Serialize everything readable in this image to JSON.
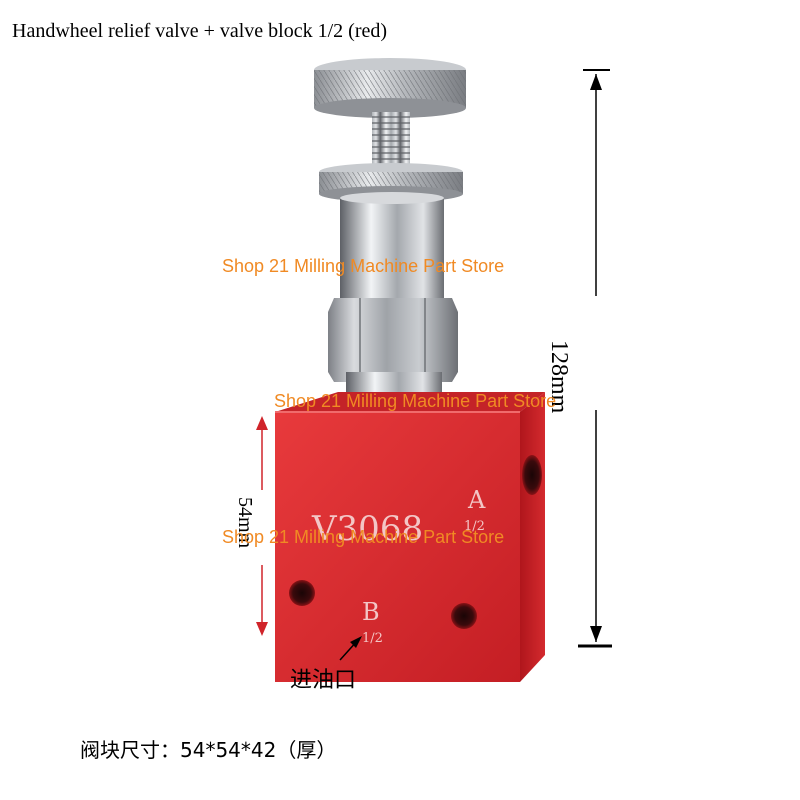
{
  "title": "Handwheel relief valve + valve block 1/2 (red)",
  "watermark": "Shop 21 Milling Machine Part Store",
  "watermark_color": "#f08a24",
  "dimensions": {
    "height_label": "128mm",
    "block_label": "54mm"
  },
  "block": {
    "model": "V3068",
    "port_a": "A",
    "port_a_size": "1/2",
    "port_b": "B",
    "port_b_size": "1/2",
    "color": "#d8262a"
  },
  "inlet_label": "进油口",
  "block_size_text": "阀块尺寸：54*54*42（厚）"
}
